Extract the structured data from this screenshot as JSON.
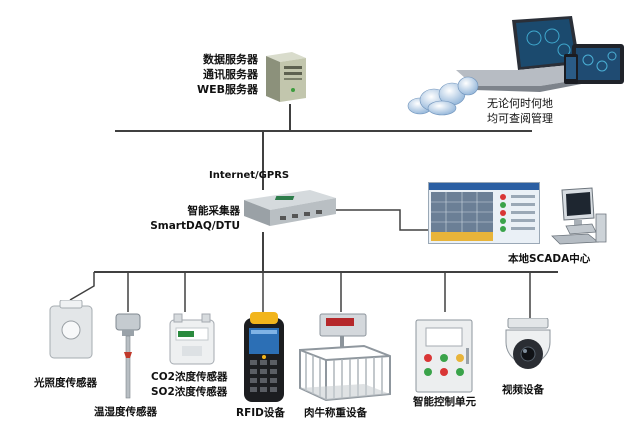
{
  "server": {
    "lines": [
      "数据服务器",
      "通讯服务器",
      "WEB服务器"
    ]
  },
  "remote_access": {
    "lines": [
      "无论何时何地",
      "均可查阅管理"
    ]
  },
  "link": {
    "label": "Internet/GPRS"
  },
  "collector": {
    "lines": [
      "智能采集器",
      "SmartDAQ/DTU"
    ]
  },
  "scada": {
    "label": "本地SCADA中心"
  },
  "devices": {
    "light_sensor": "光照度传感器",
    "temp_humidity_sensor": "温湿度传感器",
    "co2_sensor": "CO2浓度传感器",
    "so2_sensor": "SO2浓度传感器",
    "rfid": "RFID设备",
    "scale": "肉牛称重设备",
    "control_unit": "智能控制单元",
    "camera": "视频设备"
  },
  "colors": {
    "wire": "#404040",
    "device_grey": "#c9ced3",
    "screen_blue": "#1f3a66"
  }
}
